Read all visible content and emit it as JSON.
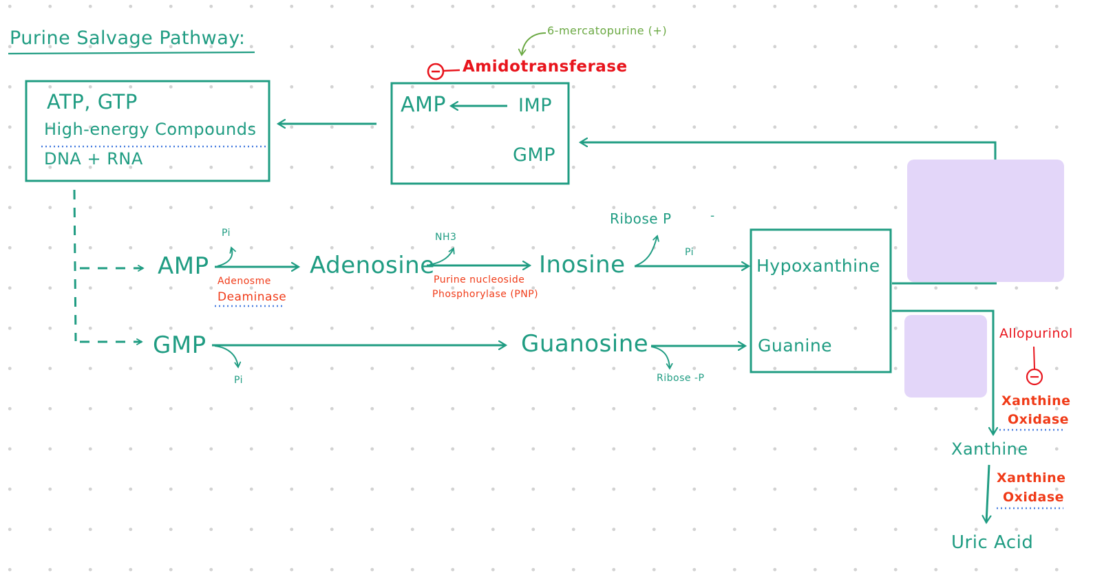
{
  "title": "Purine Salvage Pathway:",
  "colors": {
    "primary": "#1f9c82",
    "enzyme": "#f03a17",
    "inhibitor": "#e8141c",
    "drug": "#6aa842",
    "highlight": "#e3d6f9",
    "dotted_underline": "#4a7fe0"
  },
  "box_left": {
    "line1": "ATP, GTP",
    "line2": "High-energy Compounds",
    "line3": "DNA + RNA"
  },
  "box_top": {
    "amp": "AMP",
    "imp": "IMP",
    "gmp": "GMP"
  },
  "top_enzyme": {
    "inhibit_symbol": "−",
    "name": "Amidotransferase",
    "drug": "6-mercatopurine (+)"
  },
  "row1": {
    "amp": "AMP",
    "pi": "Pi",
    "enzyme1": [
      "Adenosme",
      "Deaminase"
    ],
    "adenosine": "Adenosine",
    "nh3": "NH3",
    "enzyme2": [
      "Purine nucleoside",
      "Phosphorylase (PNP)"
    ],
    "inosine": "Inosine",
    "ribose_p": "Ribose P",
    "dash": "-",
    "pi2": "Pi"
  },
  "row2": {
    "gmp": "GMP",
    "pi": "Pi",
    "guanosine": "Guanosine",
    "ribose_p": "Ribose -P"
  },
  "box_right": {
    "hypoxanthine": "Hypoxanthine",
    "guanine": "Guanine"
  },
  "right_column": {
    "allopurinol": "Allopurinol",
    "inhibit_symbol": "−",
    "enzyme1": [
      "Xanthine",
      "Oxidase"
    ],
    "xanthine": "Xanthine",
    "enzyme2": [
      "Xanthine",
      "Oxidase"
    ],
    "uric_acid": "Uric Acid"
  }
}
